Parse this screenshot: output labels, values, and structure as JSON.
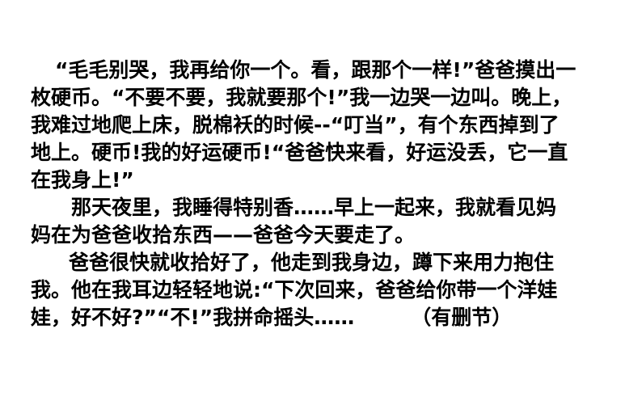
{
  "passage": {
    "lines": [
      "“毛毛别哭，我再给你一个。看，跟那个一样!”爸爸摸出一",
      "枚硬币。“不要不要，我就要那个!”我一边哭一边叫。晚上，",
      "我难过地爬上床，脱棉袄的时候--“叮当”，有个东西掉到了",
      "地上。硬币!我的好运硬币!“爸爸快来看，好运没丢，它一直",
      "在我身上!”",
      "那天夜里，我睡得特别香……早上一起来，我就看见妈",
      "妈在为爸爸收拾东西——爸爸今天要走了。",
      "爸爸很快就收拾好了，他走到我身边，蹲下来用力抱住",
      "我。他在我耳边轻轻地说:“下次回来，爸爸给你带一个洋娃",
      "娃，好不好?”“不!”我拼命摇头……"
    ],
    "note": "（有删节）"
  }
}
